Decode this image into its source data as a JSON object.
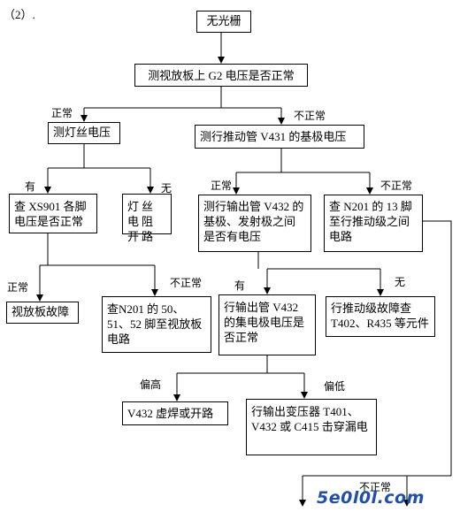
{
  "section_label": "（2）.",
  "nodes": {
    "no_raster": "无光栅",
    "check_g2": "测视放板上 G2 电压是否正常",
    "filament": "测灯丝电压",
    "v431": "测行推动管 V431 的基极电压",
    "xs901": "查 XS901 各脚电压是否正常",
    "filament_open": "灯丝电阻开路",
    "v432_be": "测行输出管 V432 的基极、发射极之间是否有电压",
    "n201_13": "查 N201 的 13 脚至行推动级之间电路",
    "video_fault": "视放板故障",
    "n201_pins": "查N201 的 50、51、52 脚至视放板电路",
    "v432_c": "行输出管 V432 的集电极电压是否正常",
    "driver_fault": "行推动级故障查 T402、R435 等元件",
    "v432_open": "V432 虚焊或开路",
    "flyback": "行输出变压器 T401、V432 或 C415 击穿漏电"
  },
  "edge_labels": {
    "normal": "正常",
    "abnormal": "不正常",
    "yes": "有",
    "no": "无",
    "high": "偏高",
    "low": "偏低"
  },
  "watermark": "5e0l0l.com"
}
